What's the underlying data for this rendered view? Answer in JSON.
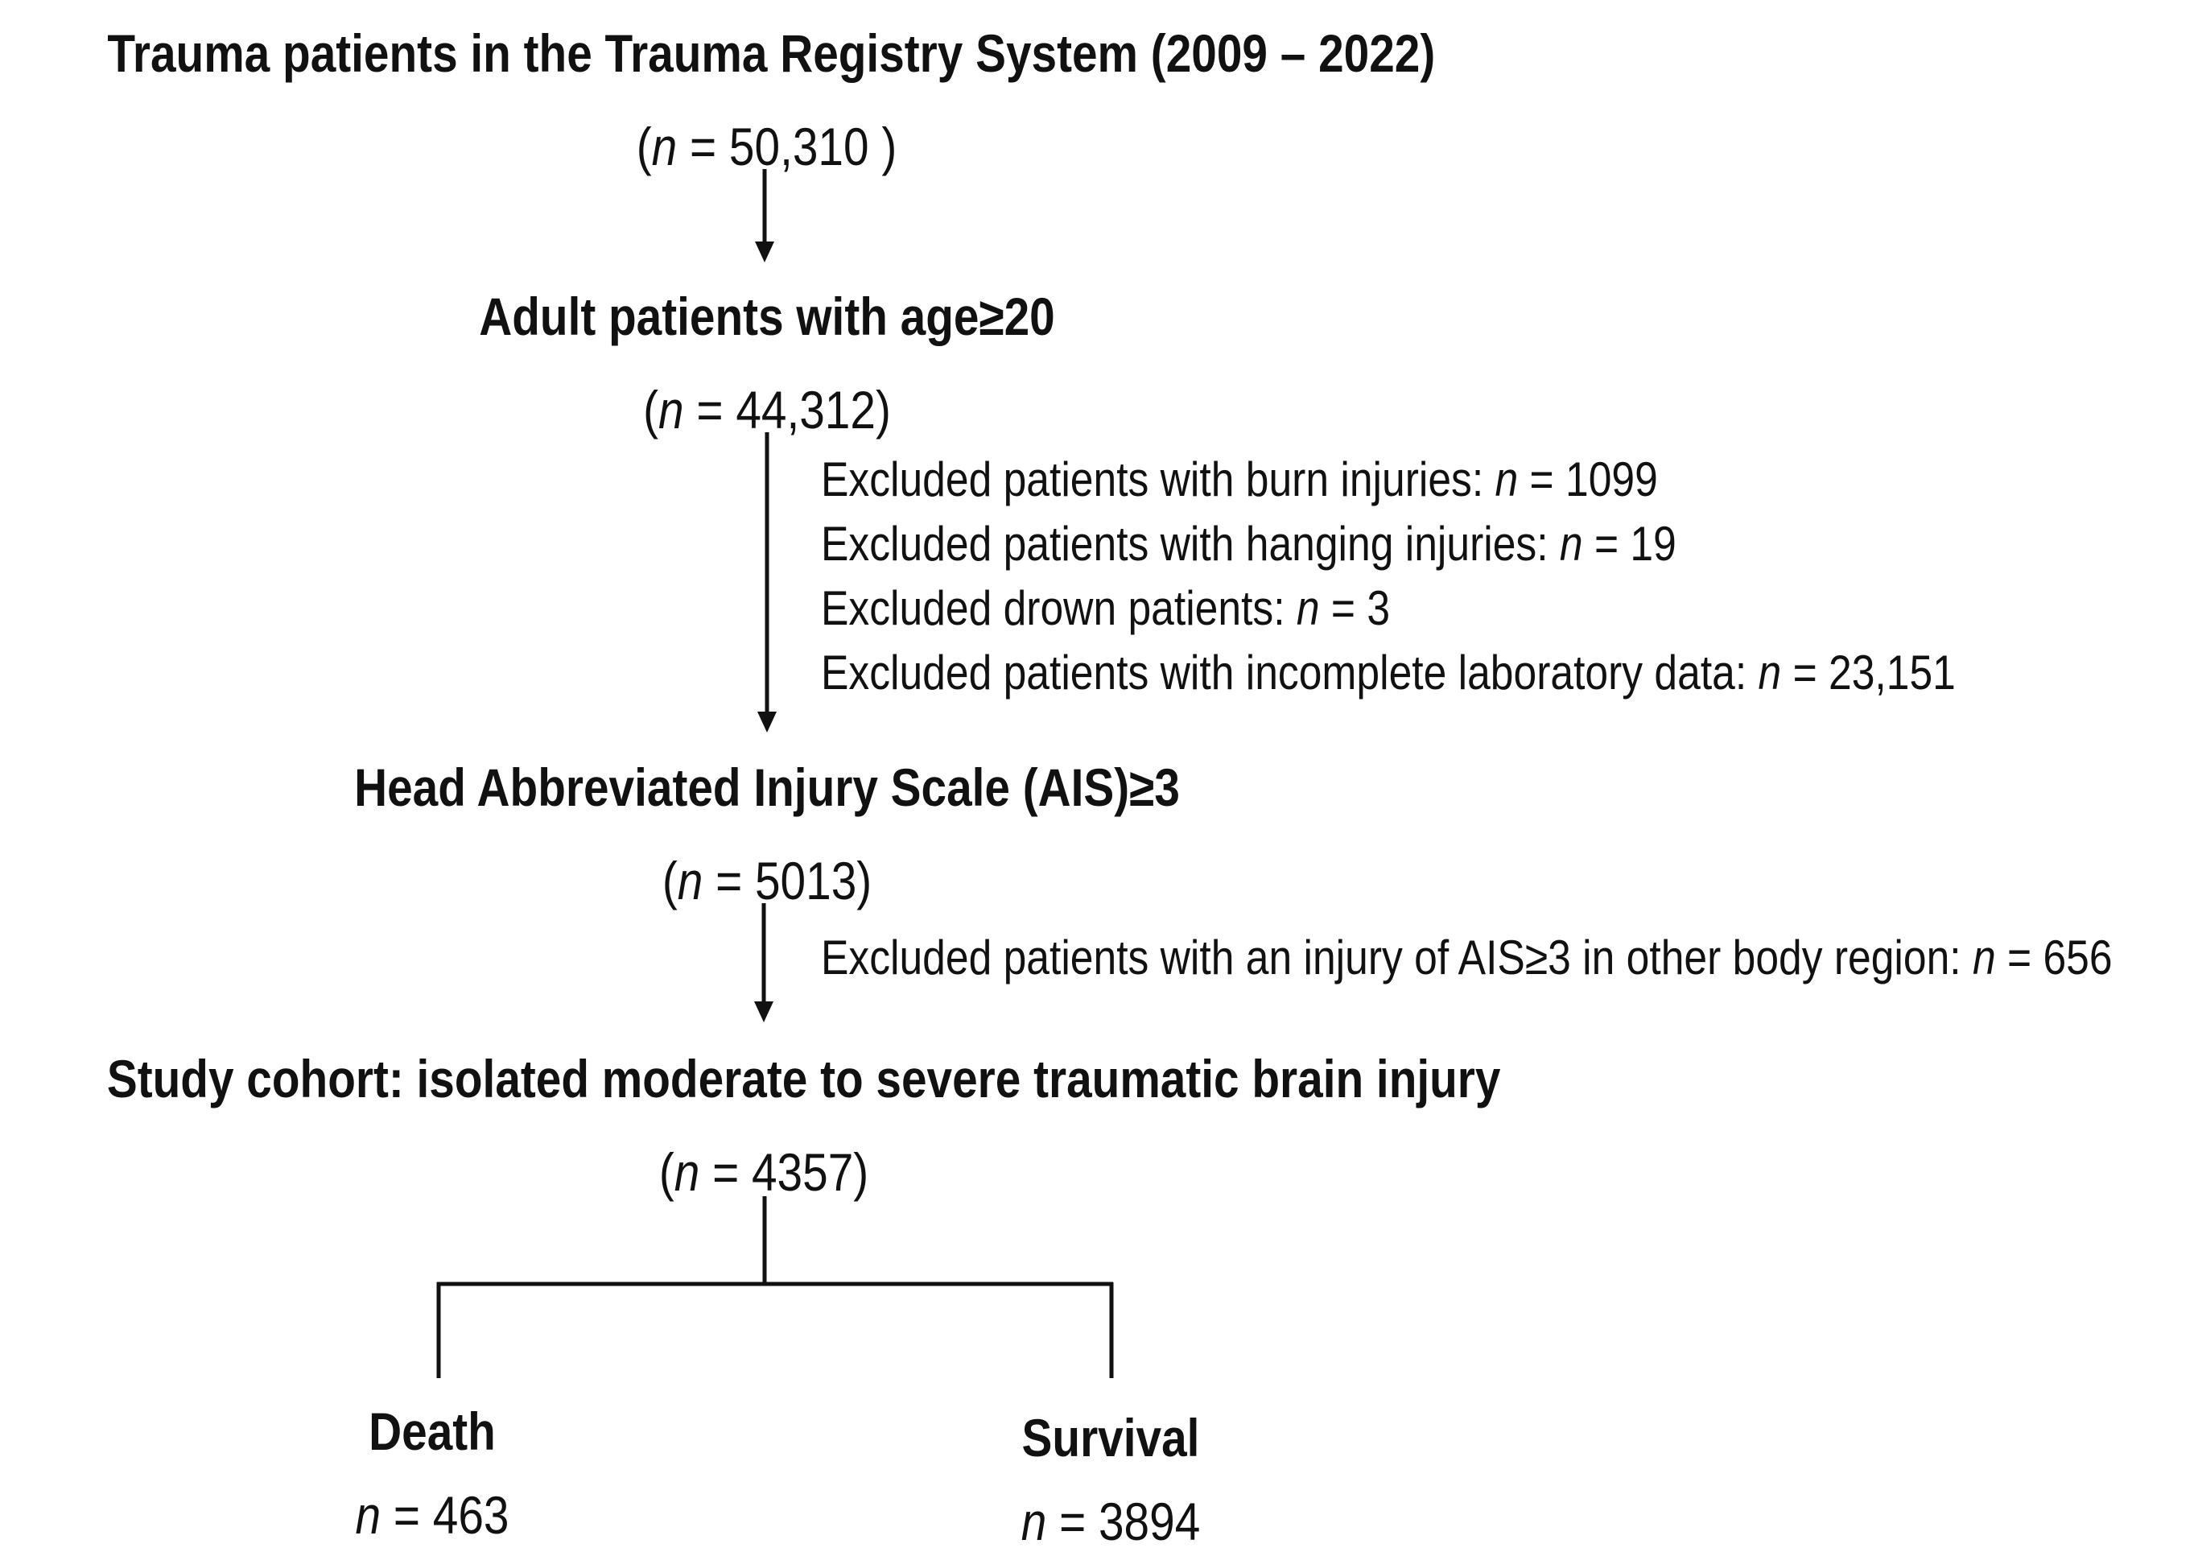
{
  "nodes": {
    "registry": {
      "title": "Trauma patients in the Trauma Registry System (2009 – 2022)",
      "n_label": "n",
      "n_value": " = 50,310 "
    },
    "adults": {
      "title": "Adult patients with age≥20",
      "n_label": "n",
      "n_value": " = 44,312"
    },
    "head_ais": {
      "title": "Head Abbreviated Injury Scale (AIS)≥3",
      "n_label": "n",
      "n_value": " = 5013"
    },
    "cohort": {
      "title": "Study cohort: isolated moderate to severe traumatic brain injury",
      "n_label": "n",
      "n_value": " = 4357"
    },
    "death": {
      "title": "Death",
      "n_label": "n",
      "n_value": " = 463"
    },
    "survival": {
      "title": "Survival",
      "n_label": "n",
      "n_value": " = 3894"
    }
  },
  "exclusions_1": [
    {
      "text": "Excluded patients with burn injuries: ",
      "n_label": "n",
      "n_value": " = 1099"
    },
    {
      "text": "Excluded patients with hanging injuries: ",
      "n_label": "n",
      "n_value": " = 19"
    },
    {
      "text": "Excluded drown patients: ",
      "n_label": "n",
      "n_value": " = 3"
    },
    {
      "text": "Excluded patients with incomplete laboratory data: ",
      "n_label": "n",
      "n_value": " = 23,151"
    }
  ],
  "exclusions_2": [
    {
      "text": "Excluded patients with an injury of AIS≥3 in other body region: ",
      "n_label": "n",
      "n_value": " = 656"
    }
  ],
  "colors": {
    "line": "#111111",
    "text": "#111111",
    "background": "#ffffff"
  }
}
